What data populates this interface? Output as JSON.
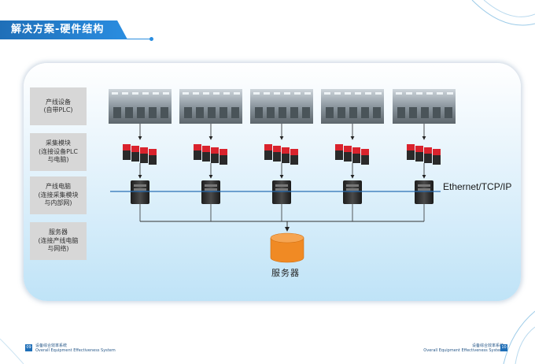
{
  "header": {
    "title": "解决方案-硬件结构"
  },
  "rows": [
    {
      "lines": [
        "产线设备",
        "(自带PLC)"
      ]
    },
    {
      "lines": [
        "采集模块",
        "(连接设备PLC",
        "与电脑)"
      ]
    },
    {
      "lines": [
        "产线电脑",
        "(连接采集模块",
        "与内部网)"
      ]
    },
    {
      "lines": [
        "服务器",
        "(连接产线电脑",
        "与网络)"
      ]
    }
  ],
  "network_label": "Ethernet/TCP/IP",
  "database_label": "服务器",
  "footer": {
    "left_page": "09",
    "left_cn": "设备综合效率系统",
    "left_en": "Overall Equipment Effectiveness System",
    "right_page": "10",
    "right_cn": "设备综合效率系统",
    "right_en": "Overall Equipment Effectiveness System"
  },
  "colors": {
    "accent": "#1f6fb8",
    "database": "#f08a24",
    "module_red": "#d9232d"
  }
}
